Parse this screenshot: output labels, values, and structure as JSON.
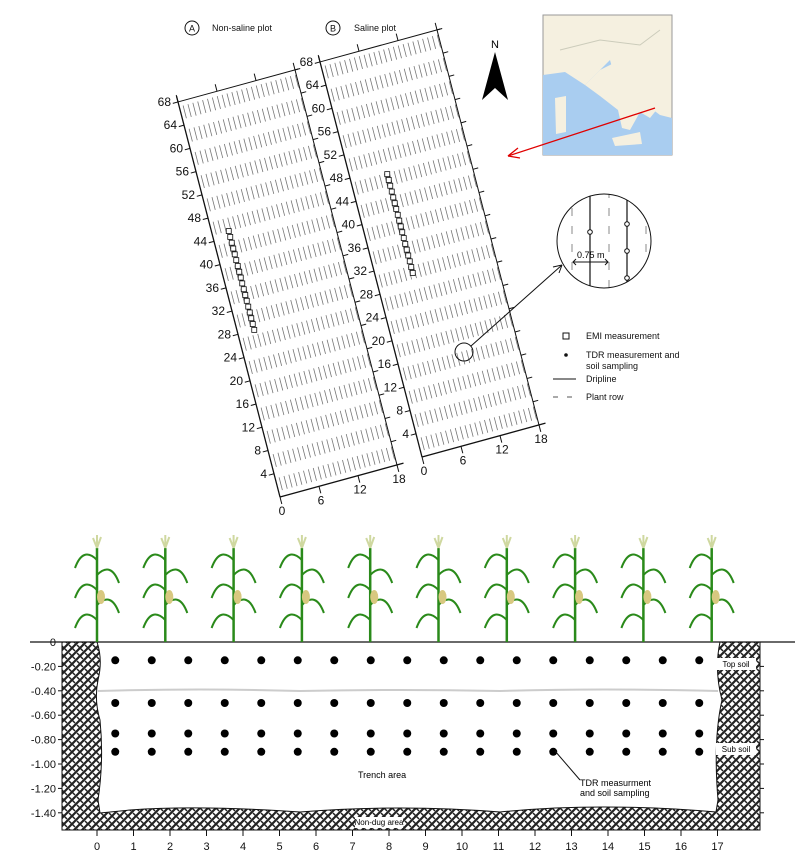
{
  "plots": {
    "a_letter": "A",
    "a_title": "Non-saline plot",
    "b_letter": "B",
    "b_title": "Saline plot",
    "y_ticks": [
      4,
      8,
      12,
      16,
      20,
      24,
      28,
      32,
      36,
      40,
      44,
      48,
      52,
      56,
      60,
      64,
      68
    ],
    "x_ticks": [
      0,
      6,
      12,
      18
    ]
  },
  "north": "N",
  "zoom_detail": {
    "spacing_label": "0.75 m"
  },
  "legend": {
    "emi": "EMI measurement",
    "tdr_line1": "TDR measurement and",
    "tdr_line2": "soil sampling",
    "dripline": "Dripline",
    "plant_row": "Plant row"
  },
  "section": {
    "depth_ticks": [
      "0",
      "-0.20",
      "-0.40",
      "-0.60",
      "-0.80",
      "-1.00",
      "-1.20",
      "-1.40"
    ],
    "x_ticks": [
      0,
      1,
      2,
      3,
      4,
      5,
      6,
      7,
      8,
      9,
      10,
      11,
      12,
      13,
      14,
      15,
      16,
      17
    ],
    "top_soil": "Top soil",
    "sub_soil": "Sub soil",
    "trench_area": "Trench area",
    "non_dug": "Non-dug area",
    "tdr_line1": "TDR measurment",
    "tdr_line2": "and soil sampling",
    "sample_x": [
      0.5,
      1.5,
      2.5,
      3.5,
      4.5,
      5.5,
      6.5,
      7.5,
      8.5,
      9.5,
      10.5,
      11.5,
      12.5,
      13.5,
      14.5,
      15.5,
      16.5
    ],
    "sample_depths": [
      -0.15,
      -0.5,
      -0.75,
      -0.9
    ],
    "plant_count": 10
  },
  "colors": {
    "sea": "#a9cdf0",
    "land": "#f5f0e0",
    "arrow": "#e00000",
    "plant": "#2a8a1a"
  }
}
